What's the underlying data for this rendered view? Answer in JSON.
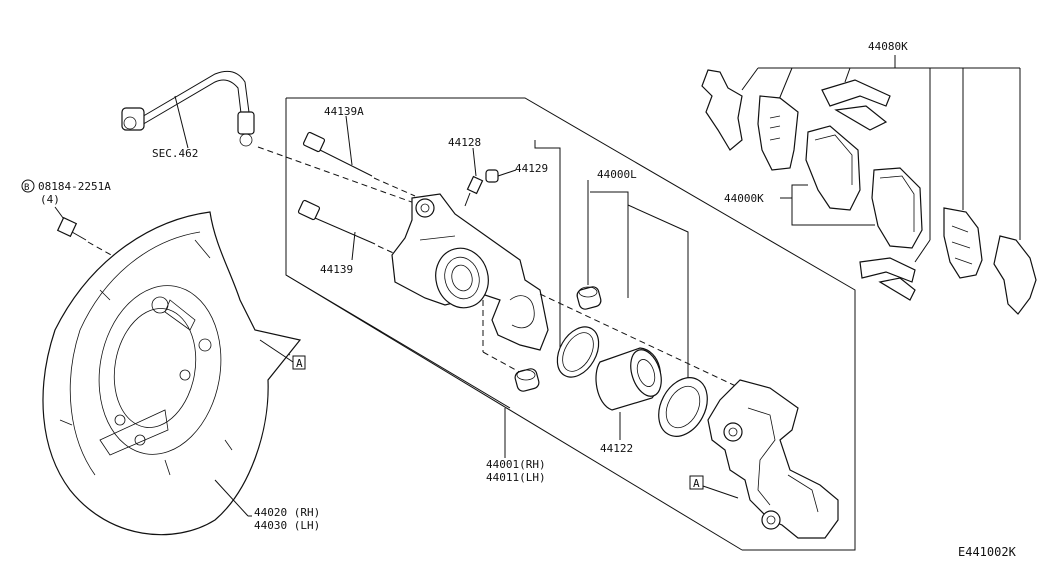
{
  "diagram": {
    "drawing_code": "E441002K",
    "bolt_spec": {
      "circle_letter": "B",
      "part_number": "08184-2251A",
      "quantity": "(4)"
    },
    "section_ref": "SEC.462",
    "callout_a_label": "A",
    "parts": {
      "caliper_bolt_a": "44139A",
      "caliper_bolt": "44139",
      "bleeder_screw": "44128",
      "bleeder_cap": "44129",
      "seal_kit": "44000L",
      "pad_kit": "44000K",
      "shim_kit": "44080K",
      "piston": "44122",
      "caliper_rh": "44001(RH)",
      "caliper_lh": "44011(LH)",
      "plate_rh": "44020 (RH)",
      "plate_lh": "44030 (LH)"
    }
  }
}
